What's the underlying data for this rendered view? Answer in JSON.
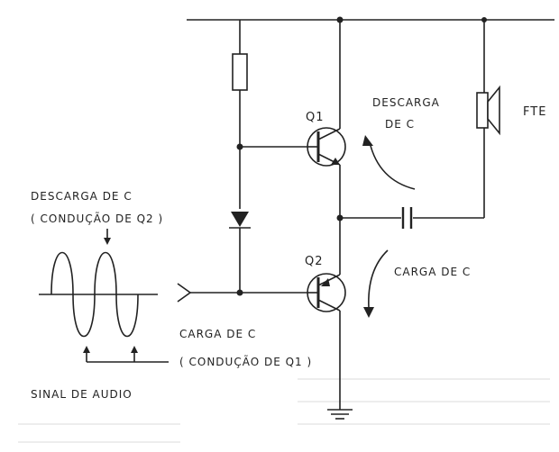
{
  "labels": {
    "q1": "Q1",
    "q2": "Q2",
    "fte": "FTE",
    "descarga_c_line1": "DESCARGA",
    "descarga_c_line2": "DE C",
    "carga_c_right": "CARGA DE C",
    "descarga_de_c": "DESCARGA DE C",
    "conducao_q2": "( CONDUÇÃO DE Q2 )",
    "carga_de_c": "CARGA DE C",
    "conducao_q1": "( CONDUÇÃO DE Q1 )",
    "sinal_audio": "SINAL DE AUDIO"
  },
  "colors": {
    "ink": "#222222",
    "paper": "#ffffff",
    "bleed_through": "#d9d9d9"
  }
}
